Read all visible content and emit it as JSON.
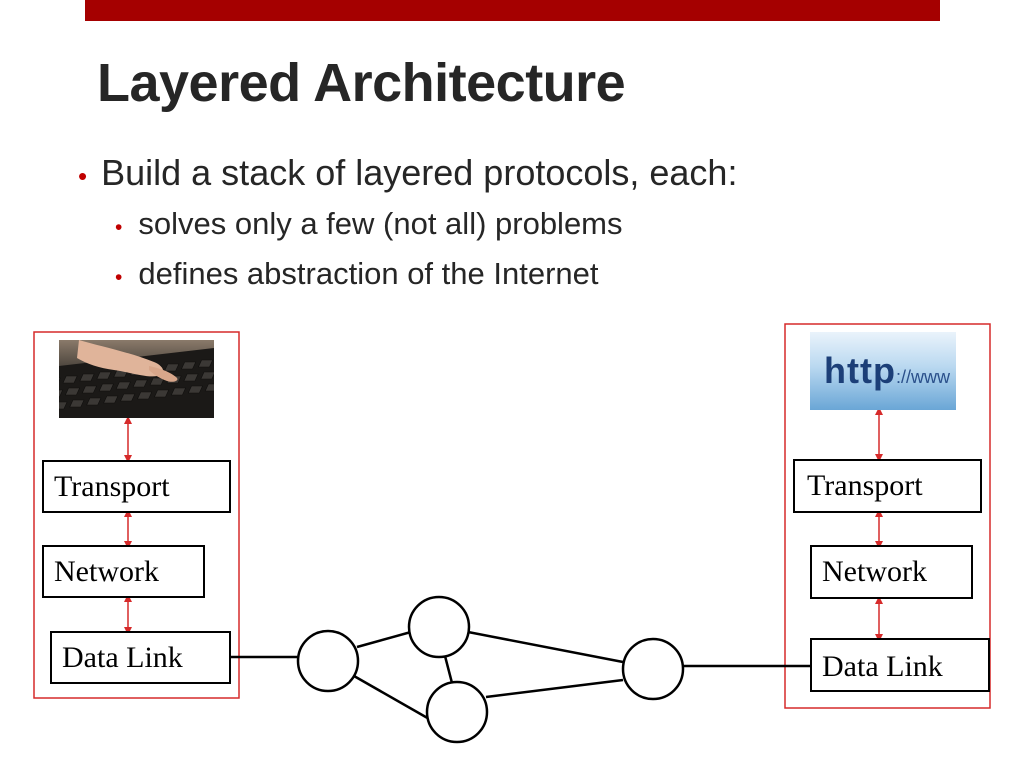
{
  "slide": {
    "title": "Layered Architecture",
    "bullets": [
      "Build a stack of layered protocols, each:",
      "solves only a few (not all) problems",
      "defines abstraction of the Internet"
    ],
    "bullet_glyph": "•"
  },
  "diagram": {
    "left_stack": {
      "image": "keyboard-typing-photo",
      "layers": [
        "Transport",
        "Network",
        "Data Link"
      ]
    },
    "right_stack": {
      "image": "http-www-photo",
      "image_text": {
        "main": "http",
        "rest": "://www"
      },
      "layers": [
        "Transport",
        "Network",
        "Data Link"
      ]
    },
    "network_node_count": 4
  },
  "colors": {
    "top_bar": "#a50000",
    "title": "#262626",
    "bullet_dot": "#c00000",
    "stack_frame": "#d62a2a",
    "arrow": "#d62a2a",
    "box_border": "#000000",
    "link_line": "#000000"
  }
}
